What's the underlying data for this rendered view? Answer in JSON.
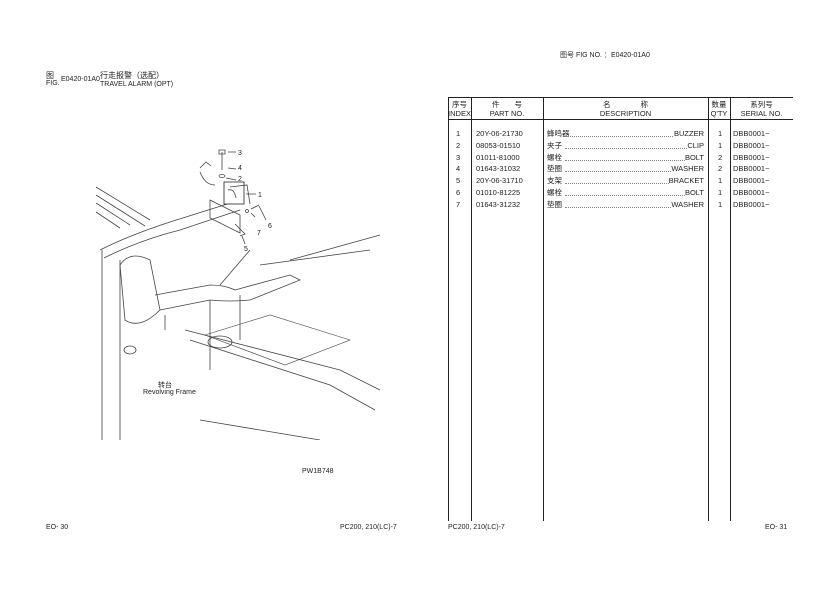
{
  "left_page": {
    "fig_label_cn": "图",
    "fig_label_en": "FIG.",
    "fig_no": "E0420-01A0",
    "title_cn": "行走报警（选配）",
    "title_en": "TRAVEL ALARM (OPT)",
    "callouts": [
      "1",
      "2",
      "3",
      "4",
      "5",
      "6",
      "7"
    ],
    "frame_label_cn": "转台",
    "frame_label_en": "Revolving Frame",
    "drawing_no": "PW1B748",
    "page_no": "EO- 30",
    "model": "PC200, 210(LC)-7"
  },
  "right_page": {
    "fig_header": "图号  FIG NO.  ：E0420-01A0",
    "headers": [
      {
        "cn": "序号",
        "en": "INDEX"
      },
      {
        "cn": "件　　号",
        "en": "PART NO."
      },
      {
        "cn": "名　　　　称",
        "en": "DESCRIPTION"
      },
      {
        "cn": "数量",
        "en": "Q'TY"
      },
      {
        "cn": "系列号",
        "en": "SERIAL NO."
      }
    ],
    "rows": [
      {
        "index": "1",
        "part_no": "20Y-06-21730",
        "name_cn": "蜂鸣器",
        "name_en": "BUZZER",
        "qty": "1",
        "serial": "DBB0001~"
      },
      {
        "index": "2",
        "part_no": "08053-01510",
        "name_cn": "夹子",
        "name_en": "CLIP",
        "qty": "1",
        "serial": "DBB0001~"
      },
      {
        "index": "3",
        "part_no": "01011-81000",
        "name_cn": "螺栓",
        "name_en": "BOLT",
        "qty": "2",
        "serial": "DBB0001~"
      },
      {
        "index": "4",
        "part_no": "01643-31032",
        "name_cn": "垫圈",
        "name_en": "WASHER",
        "qty": "2",
        "serial": "DBB0001~"
      },
      {
        "index": "5",
        "part_no": "20Y-06-31710",
        "name_cn": "支架",
        "name_en": "BRACKET",
        "qty": "1",
        "serial": "DBB0001~"
      },
      {
        "index": "6",
        "part_no": "01010-81225",
        "name_cn": "螺栓",
        "name_en": "BOLT",
        "qty": "1",
        "serial": "DBB0001~"
      },
      {
        "index": "7",
        "part_no": "01643-31232",
        "name_cn": "垫圈",
        "name_en": "WASHER",
        "qty": "1",
        "serial": "DBB0001~"
      }
    ],
    "model": "PC200, 210(LC)-7",
    "page_no": "EO- 31"
  }
}
